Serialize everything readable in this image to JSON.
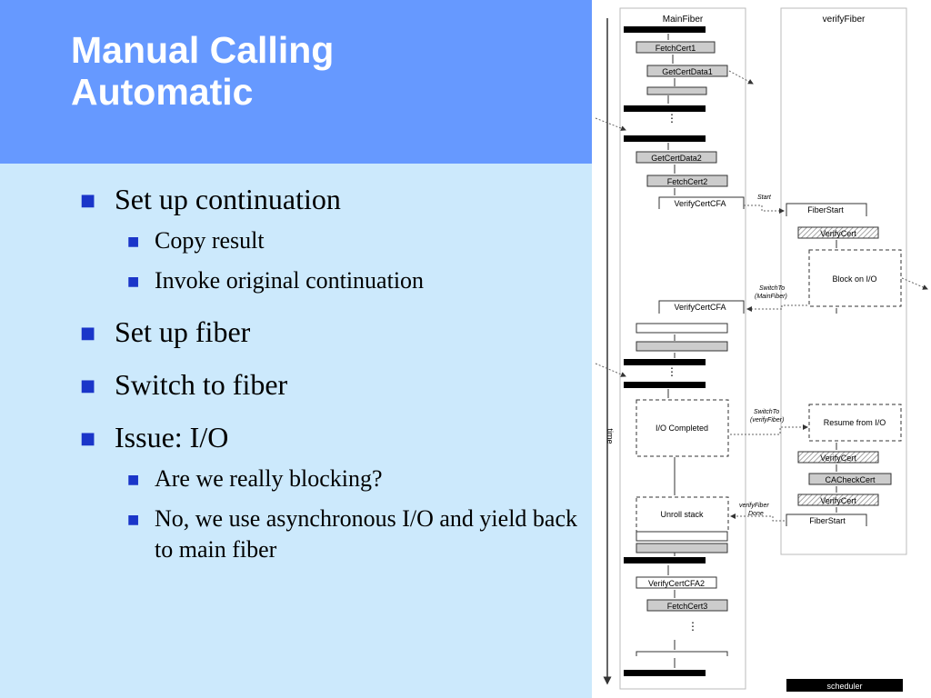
{
  "slide": {
    "title_lines": [
      "Manual Calling",
      "Automatic"
    ],
    "bullets": [
      {
        "level": 1,
        "text": "Set up continuation"
      },
      {
        "level": 2,
        "text": "Copy result"
      },
      {
        "level": 2,
        "text": "Invoke original continuation"
      },
      {
        "level": 1,
        "text": "Set up fiber"
      },
      {
        "level": 1,
        "text": "Switch to fiber"
      },
      {
        "level": 1,
        "text": "Issue: I/O"
      },
      {
        "level": 2,
        "text": "Are we really blocking?"
      },
      {
        "level": 2,
        "text": "No, we use asynchronous I/O and yield back to main fiber"
      }
    ],
    "colors": {
      "title_band": "#6699ff",
      "body": "#cce9fc",
      "bullet": "#1a35c9",
      "hatch": "#cccccc"
    }
  },
  "diagram": {
    "columns": {
      "main": "MainFiber",
      "verify": "verifyFiber"
    },
    "axis_label": "time",
    "main_boxes": [
      "FetchCert1",
      "GetCertData1",
      "GetCertData2",
      "FetchCert2",
      "VerifyCertCFA",
      "VerifyCertCFA",
      "VerifyCertCFA2",
      "FetchCert3"
    ],
    "dashed_boxes": [
      "I/O Completed",
      "Unroll stack",
      "Block on I/O",
      "Resume from I/O"
    ],
    "verify_boxes": [
      "FiberStart",
      "VerifyCert",
      "VerifyCert",
      "CACheckCert",
      "VerifyCert",
      "FiberStart"
    ],
    "transitions": [
      "Start",
      "SwitchTo",
      "(MainFiber)",
      "SwitchTo",
      "(verifyFiber)",
      "verifyFiber",
      "Done"
    ],
    "scheduler_label": "scheduler"
  }
}
